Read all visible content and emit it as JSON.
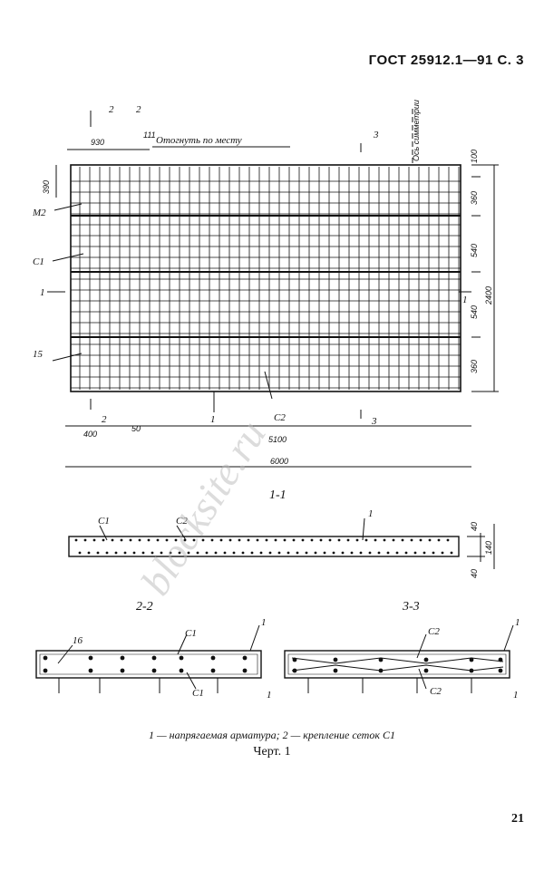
{
  "header": {
    "standard": "ГОСТ 25912.1—91 С. 3"
  },
  "plan": {
    "top_dims": [
      "930",
      "111"
    ],
    "note_rotate": "Отогнуть по месту",
    "sym_axis": "Ось симметрии",
    "left_dims": [
      "390"
    ],
    "left_labels": [
      "М2",
      "С1",
      "15"
    ],
    "right_dims": [
      "100",
      "360",
      "540",
      "540",
      "360"
    ],
    "total_width": "2400",
    "bottom_dims": [
      "400",
      "50",
      "5100",
      "6000"
    ],
    "bottom_labels": [
      "1",
      "С2"
    ],
    "section_marks": [
      "2",
      "3",
      "1"
    ]
  },
  "section_11": {
    "title": "1-1",
    "labels": [
      "С1",
      "С2",
      "1"
    ],
    "dims": [
      "40",
      "140",
      "40"
    ]
  },
  "section_22": {
    "title": "2-2",
    "labels": [
      "16",
      "С1",
      "С1",
      "1",
      "1"
    ]
  },
  "section_33": {
    "title": "3-3",
    "labels": [
      "С2",
      "С2",
      "1",
      "1"
    ]
  },
  "caption": "1 — напрягаемая арматура; 2 — крепление сеток С1",
  "figure": "Черт. 1",
  "page_number": "21",
  "watermark": "blocksite.ru"
}
